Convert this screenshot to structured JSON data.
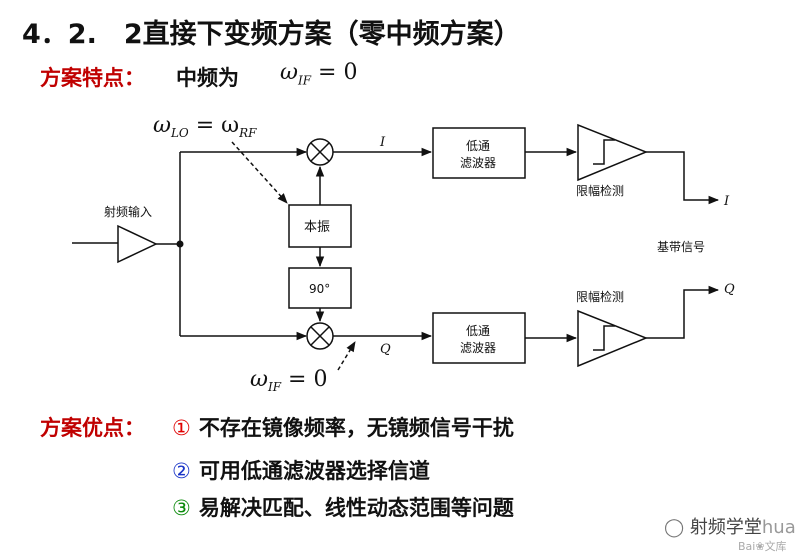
{
  "title": "4．2.　2直接下变频方案（零中频方案）",
  "features": {
    "label": "方案特点：",
    "text": "中频为",
    "math_symbol": "ω",
    "math_subscript": "IF",
    "math_rest": "= 0"
  },
  "diagram": {
    "lo_eq": {
      "symbol": "ω",
      "sub1": "LO",
      "mid": " = ω",
      "sub2": "RF"
    },
    "rf_input_label": "射频输入",
    "i_label": "I",
    "q_label": "Q",
    "local_osc_label": "本振",
    "phase_label": "90°",
    "lpf_i_label_line1": "低通",
    "lpf_i_label_line2": "滤波器",
    "lpf_q_label_line1": "低通",
    "lpf_q_label_line2": "滤波器",
    "limiter_i_label": "限幅检测",
    "limiter_q_label": "限幅检测",
    "output_i_label": "I",
    "output_q_label": "Q",
    "baseband_label": "基带信号",
    "if_eq": {
      "symbol": "ω",
      "sub": "IF",
      "rest": " = 0"
    }
  },
  "advantages": {
    "label": "方案优点：",
    "items": [
      {
        "num": "①",
        "text": "不存在镜像频率，无镜频信号干扰"
      },
      {
        "num": "②",
        "text": "可用低通滤波器选择信道"
      },
      {
        "num": "③",
        "text": "易解决匹配、线性动态范围等问题"
      }
    ]
  },
  "colors": {
    "accent_red": "#c00000",
    "num1": "#e00000",
    "num2": "#1a35c8",
    "num3": "#0a8a0a"
  },
  "watermark": {
    "wechat_text": "射频学堂",
    "tail_text": "hua",
    "baidu_text": "Bai",
    "baidu_sub": "文库"
  }
}
